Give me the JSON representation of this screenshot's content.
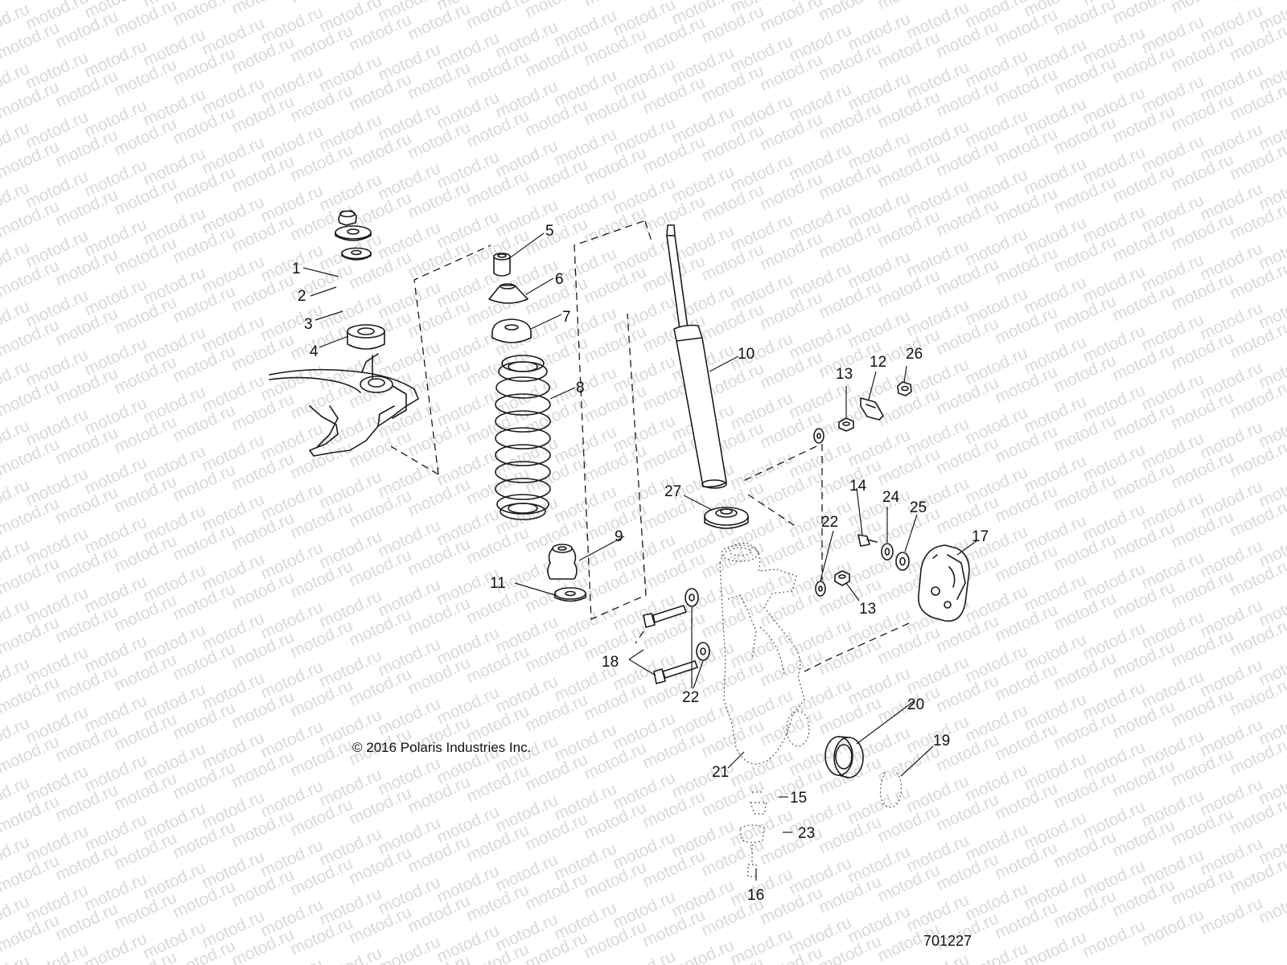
{
  "watermark": {
    "text": "motod.ru"
  },
  "copyright": "© 2016 Polaris Industries Inc.",
  "drawing_number": "701227",
  "callouts": [
    {
      "id": "c1",
      "label": "1"
    },
    {
      "id": "c2",
      "label": "2"
    },
    {
      "id": "c3",
      "label": "3"
    },
    {
      "id": "c4",
      "label": "4"
    },
    {
      "id": "c5",
      "label": "5"
    },
    {
      "id": "c6",
      "label": "6"
    },
    {
      "id": "c7",
      "label": "7"
    },
    {
      "id": "c8",
      "label": "8"
    },
    {
      "id": "c9",
      "label": "9"
    },
    {
      "id": "c10",
      "label": "10"
    },
    {
      "id": "c11",
      "label": "11"
    },
    {
      "id": "c12",
      "label": "12"
    },
    {
      "id": "c13a",
      "label": "13"
    },
    {
      "id": "c13b",
      "label": "13"
    },
    {
      "id": "c14",
      "label": "14"
    },
    {
      "id": "c15",
      "label": "15"
    },
    {
      "id": "c16",
      "label": "16"
    },
    {
      "id": "c17",
      "label": "17"
    },
    {
      "id": "c18",
      "label": "18"
    },
    {
      "id": "c19",
      "label": "19"
    },
    {
      "id": "c20",
      "label": "20"
    },
    {
      "id": "c21",
      "label": "21"
    },
    {
      "id": "c22a",
      "label": "22"
    },
    {
      "id": "c22b",
      "label": "22"
    },
    {
      "id": "c23",
      "label": "23"
    },
    {
      "id": "c24",
      "label": "24"
    },
    {
      "id": "c25",
      "label": "25"
    },
    {
      "id": "c26",
      "label": "26"
    },
    {
      "id": "c27",
      "label": "27"
    }
  ]
}
